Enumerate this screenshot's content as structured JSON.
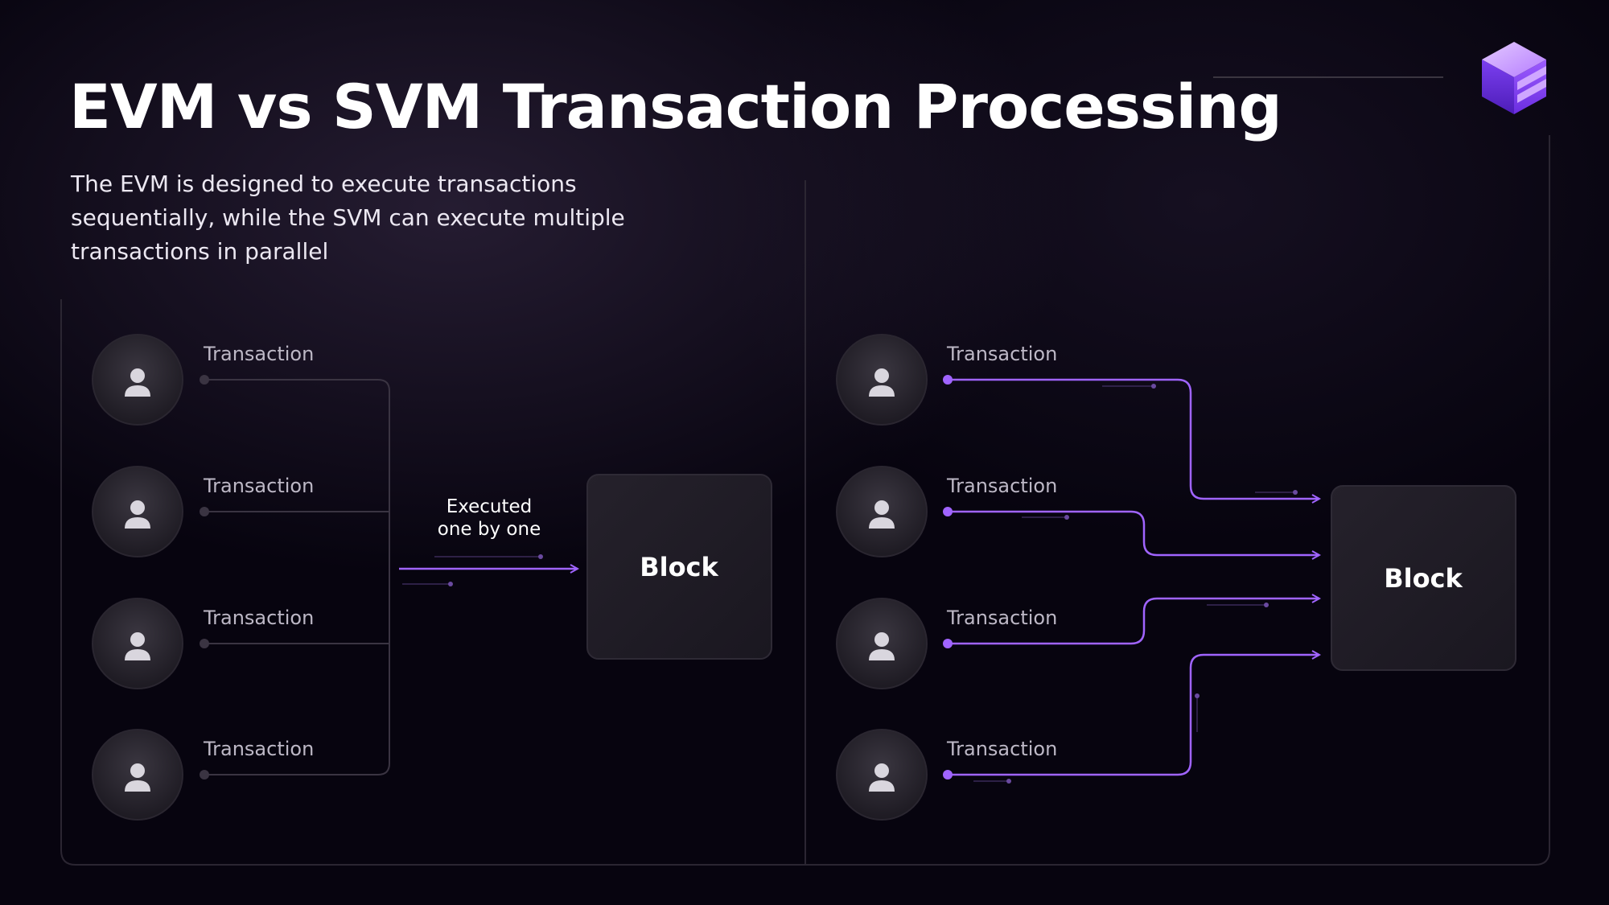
{
  "title": "EVM vs SVM Transaction Processing",
  "subtitle": "The EVM is designed to execute transactions sequentially, while the SVM can execute multiple transactions in parallel",
  "colors": {
    "background": "#07040f",
    "accent": "#a064ff",
    "panel": "#1f1b26",
    "sequential_line": "#3a3442"
  },
  "evm": {
    "transactions": [
      "Transaction",
      "Transaction",
      "Transaction",
      "Transaction"
    ],
    "arrow_label_line1": "Executed",
    "arrow_label_line2": "one by one",
    "block_label": "Block",
    "avatar_icon": "user-icon"
  },
  "svm": {
    "transactions": [
      "Transaction",
      "Transaction",
      "Transaction",
      "Transaction"
    ],
    "block_label": "Block",
    "avatar_icon": "user-icon"
  },
  "logo_icon": "cube-logo-icon"
}
